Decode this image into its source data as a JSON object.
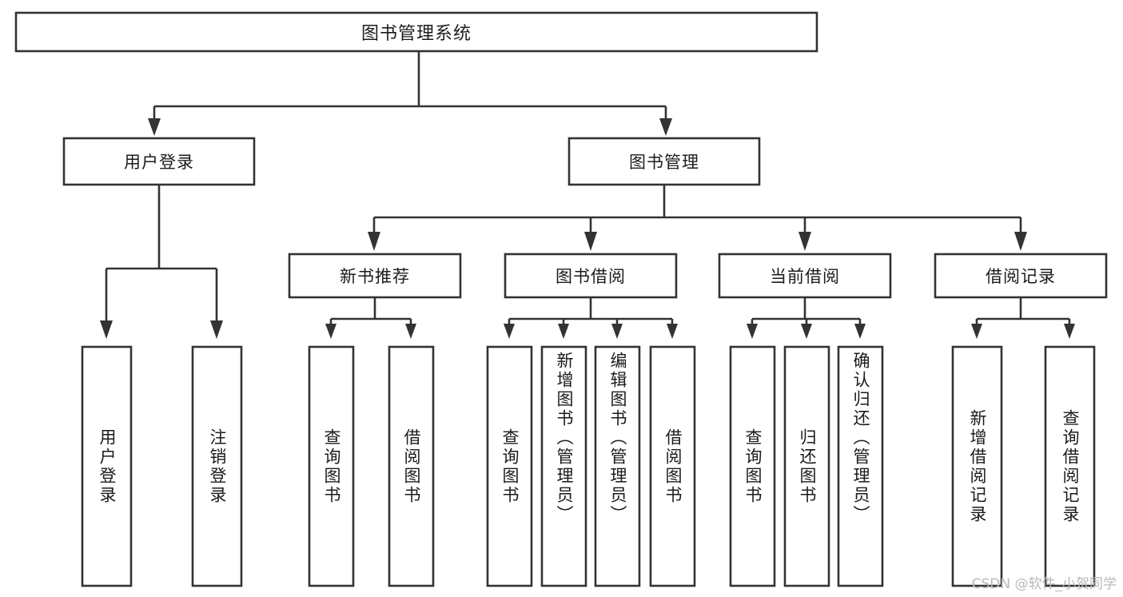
{
  "diagram": {
    "type": "tree-hierarchy-chart",
    "title": "图书管理系统",
    "colors": {
      "background": "#ffffff",
      "box_fill": "#ffffff",
      "box_stroke": "#333333",
      "text": "#1b1b1b",
      "watermark": "#b9b9b9"
    },
    "root": {
      "id": "root",
      "label": "图书管理系统",
      "orientation": "horizontal"
    },
    "level2": [
      {
        "id": "user-login",
        "label": "用户登录",
        "orientation": "horizontal"
      },
      {
        "id": "book-management",
        "label": "图书管理",
        "orientation": "horizontal"
      }
    ],
    "level3": [
      {
        "id": "new-book-recommend",
        "label": "新书推荐",
        "orientation": "horizontal",
        "parent": "book-management"
      },
      {
        "id": "book-borrow",
        "label": "图书借阅",
        "orientation": "horizontal",
        "parent": "book-management"
      },
      {
        "id": "current-borrow",
        "label": "当前借阅",
        "orientation": "horizontal",
        "parent": "book-management"
      },
      {
        "id": "borrow-record",
        "label": "借阅记录",
        "orientation": "horizontal",
        "parent": "book-management"
      }
    ],
    "leaves": [
      {
        "id": "leaf-user-login",
        "label": "用户登录",
        "orientation": "vertical",
        "parent": "user-login"
      },
      {
        "id": "leaf-user-logout",
        "label": "注销登录",
        "orientation": "vertical",
        "parent": "user-login"
      },
      {
        "id": "leaf-query-book-1",
        "label": "查询图书",
        "orientation": "vertical",
        "parent": "new-book-recommend"
      },
      {
        "id": "leaf-borrow-book-1",
        "label": "借阅图书",
        "orientation": "vertical",
        "parent": "new-book-recommend"
      },
      {
        "id": "leaf-query-book-2",
        "label": "查询图书",
        "orientation": "vertical",
        "parent": "book-borrow"
      },
      {
        "id": "leaf-add-book",
        "label": "新增图书（管理员）",
        "orientation": "vertical",
        "parent": "book-borrow"
      },
      {
        "id": "leaf-edit-book",
        "label": "编辑图书（管理员）",
        "orientation": "vertical",
        "parent": "book-borrow"
      },
      {
        "id": "leaf-borrow-book-2",
        "label": "借阅图书",
        "orientation": "vertical",
        "parent": "book-borrow"
      },
      {
        "id": "leaf-query-book-3",
        "label": "查询图书",
        "orientation": "vertical",
        "parent": "current-borrow"
      },
      {
        "id": "leaf-return-book",
        "label": "归还图书",
        "orientation": "vertical",
        "parent": "current-borrow"
      },
      {
        "id": "leaf-confirm-return",
        "label": "确认归还（管理员）",
        "orientation": "vertical",
        "parent": "current-borrow"
      },
      {
        "id": "leaf-add-record",
        "label": "新增借阅记录",
        "orientation": "vertical",
        "parent": "borrow-record"
      },
      {
        "id": "leaf-query-record",
        "label": "查询借阅记录",
        "orientation": "vertical",
        "parent": "borrow-record"
      }
    ],
    "watermark": "CSDN @软件_小贺同学"
  }
}
